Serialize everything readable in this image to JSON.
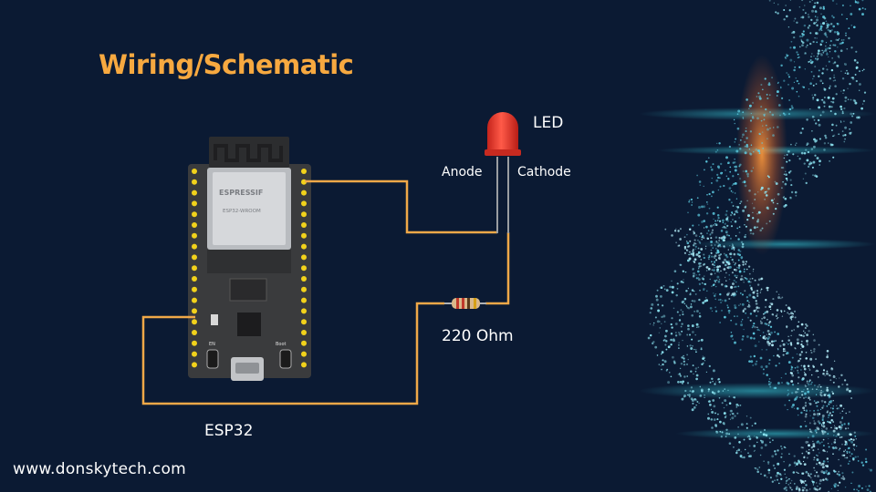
{
  "title": "Wiring/Schematic",
  "colors": {
    "background": "#0b1a33",
    "title": "#f7a940",
    "wire": "#f0a848",
    "led_red": "#e8392b",
    "board": "#3a3b3d",
    "pin": "#f2d21b"
  },
  "labels": {
    "led": "LED",
    "anode": "Anode",
    "cathode": "Cathode",
    "resistor": "220 Ohm",
    "board": "ESP32"
  },
  "module": {
    "brand": "ESPRESSIF",
    "model": "ESP32-WROOM",
    "button_en": "EN",
    "button_boot": "Boot"
  },
  "footer": {
    "website": "www.donskytech.com"
  }
}
